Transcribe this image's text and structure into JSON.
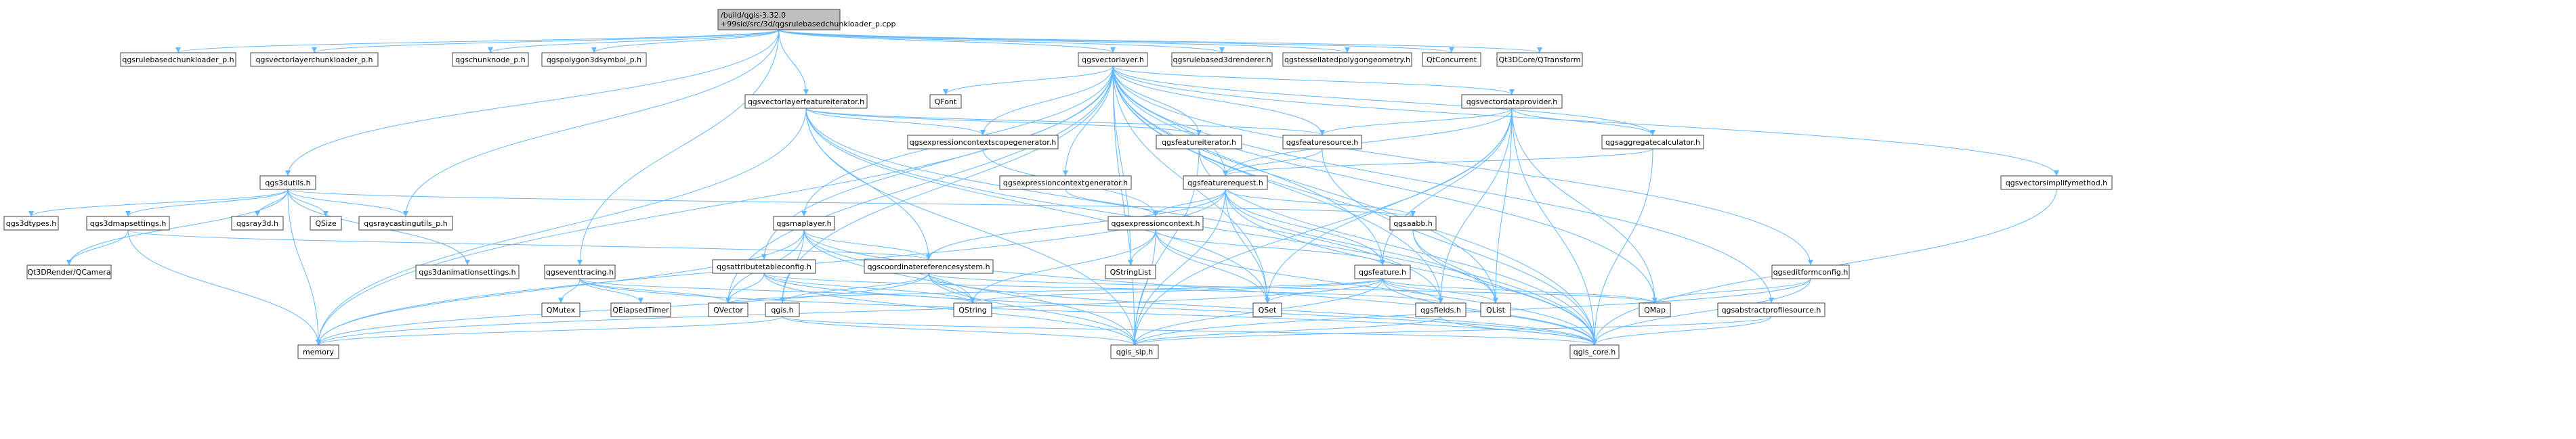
{
  "colors": {
    "edge": "#63b8ff",
    "root_fill": "#bfbfbf",
    "node_fill": "#ffffff",
    "node_border": "#404040",
    "link_border": "#ff0000"
  },
  "nodes": {
    "root": {
      "line1": "/build/qgis-3.32.0",
      "line2": "+99sid/src/3d/qgsrulebasedchunkloader_p.cpp"
    },
    "qgsrulebasedchunkloader_p_h": {
      "label": "qgsrulebasedchunkloader_p.h"
    },
    "qgsvectorlayerchunkloader_p_h": {
      "label": "qgsvectorlayerchunkloader_p.h"
    },
    "qgschunknode_p_h": {
      "label": "qgschunknode_p.h"
    },
    "qgspolygon3dsymbol_p_h": {
      "label": "qgspolygon3dsymbol_p.h"
    },
    "qgsvectorlayer_h": {
      "label": "qgsvectorlayer.h"
    },
    "qgsrulebased3drenderer_h": {
      "label": "qgsrulebased3drenderer.h"
    },
    "qgstessellatedpolygongeometry_h": {
      "label": "qgstessellatedpolygongeometry.h"
    },
    "QtConcurrent": {
      "label": "QtConcurrent"
    },
    "Qt3DCore_QTransform": {
      "label": "Qt3DCore/QTransform"
    },
    "qgsvectorlayerfeatureiterator_h": {
      "label": "qgsvectorlayerfeatureiterator.h"
    },
    "QFont": {
      "label": "QFont"
    },
    "qgsvectordataprovider_h": {
      "label": "qgsvectordataprovider.h"
    },
    "qgsexpressioncontextscopegenerator_h": {
      "label": "qgsexpressioncontextscopegenerator.h"
    },
    "qgsfeatureiterator_h": {
      "label": "qgsfeatureiterator.h"
    },
    "qgsfeaturesource_h": {
      "label": "qgsfeaturesource.h"
    },
    "qgsaggregatecalculator_h": {
      "label": "qgsaggregatecalculator.h"
    },
    "qgsvectorsimplifymethod_h": {
      "label": "qgsvectorsimplifymethod.h"
    },
    "qgs3dutils_h": {
      "label": "qgs3dutils.h"
    },
    "qgsexpressioncontextgenerator_h": {
      "label": "qgsexpressioncontextgenerator.h"
    },
    "qgsfeaturerequest_h": {
      "label": "qgsfeaturerequest.h"
    },
    "qgs3dtypes_h": {
      "label": "qgs3dtypes.h"
    },
    "qgs3dmapsettings_h": {
      "label": "qgs3dmapsettings.h"
    },
    "qgsray3d_h": {
      "label": "qgsray3d.h"
    },
    "QSize": {
      "label": "QSize"
    },
    "qgsraycastingutils_p_h": {
      "label": "qgsraycastingutils_p.h"
    },
    "qgsmaplayer_h": {
      "label": "qgsmaplayer.h"
    },
    "qgsexpressioncontext_h": {
      "label": "qgsexpressioncontext.h"
    },
    "qgsaabb_h": {
      "label": "qgsaabb.h"
    },
    "Qt3DRender_QCamera": {
      "label": "Qt3DRender/QCamera"
    },
    "qgs3danimationsettings_h": {
      "label": "qgs3danimationsettings.h"
    },
    "qgsattributetableconfig_h": {
      "label": "qgsattributetableconfig.h"
    },
    "qgscoordinatereferencesystem_h": {
      "label": "qgscoordinatereferencesystem.h"
    },
    "QStringList": {
      "label": "QStringList"
    },
    "qgseventtracing_h": {
      "label": "qgseventtracing.h"
    },
    "qgsfeature_h": {
      "label": "qgsfeature.h"
    },
    "qgseditformconfig_h": {
      "label": "qgseditformconfig.h"
    },
    "QMutex": {
      "label": "QMutex"
    },
    "QElapsedTimer": {
      "label": "QElapsedTimer"
    },
    "QVector": {
      "label": "QVector"
    },
    "qgis_h": {
      "label": "qgis.h"
    },
    "QString": {
      "label": "QString"
    },
    "QSet": {
      "label": "QSet"
    },
    "qgsfields_h": {
      "label": "qgsfields.h"
    },
    "QList": {
      "label": "QList"
    },
    "QMap": {
      "label": "QMap"
    },
    "qgsabstractprofilesource_h": {
      "label": "qgsabstractprofilesource.h"
    },
    "memory": {
      "label": "memory"
    },
    "qgis_sip_h": {
      "label": "qgis_sip.h"
    },
    "qgis_core_h": {
      "label": "qgis_core.h"
    }
  }
}
